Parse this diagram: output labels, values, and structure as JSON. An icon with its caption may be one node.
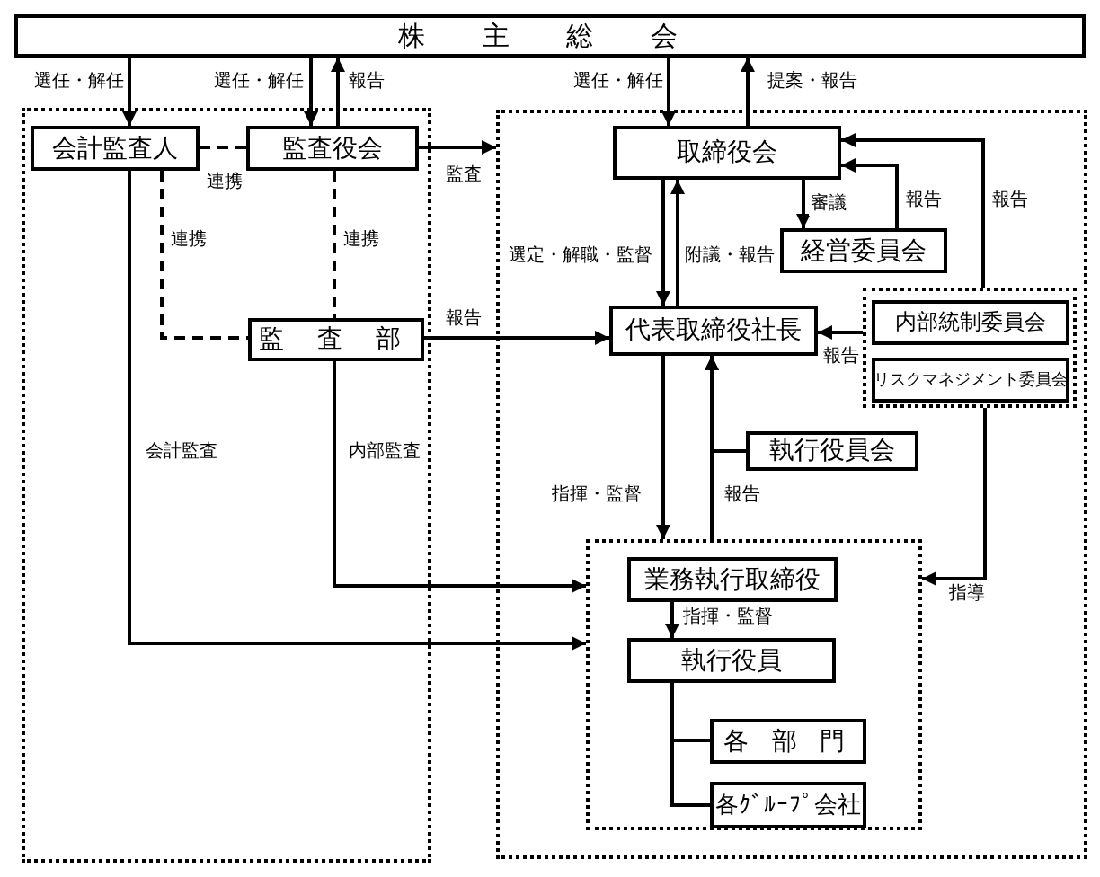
{
  "diagram": {
    "nodes": [
      {
        "text": [
          "株 主 総 会"
        ]
      },
      {
        "text": [],
        "shape": "box"
      },
      {
        "text": [
          "会計監査人"
        ],
        "in": 1
      },
      {
        "text": [
          "監査役会"
        ],
        "in": 1
      },
      {
        "text": [
          "監 査 部"
        ],
        "in": 1
      },
      {
        "text": [],
        "shape": "box"
      },
      {
        "text": [
          "取締役会"
        ],
        "in": 5
      },
      {
        "text": [
          "経営委員会"
        ],
        "in": 5
      },
      {
        "text": [
          "代表取締役社長"
        ],
        "in": 5
      },
      {
        "text": [],
        "shape": "box",
        "in": 5
      },
      {
        "text": [
          "内部統制委員会"
        ],
        "in": 9
      },
      {
        "text": [
          "リスクマネジメント委員会"
        ],
        "in": 9
      },
      {
        "text": [
          "執行役員会"
        ],
        "in": 5
      },
      {
        "text": [],
        "shape": "box",
        "in": 5
      },
      {
        "text": [
          "業務執行取締役"
        ],
        "in": 13
      },
      {
        "text": [
          "執行役員"
        ],
        "in": 13
      },
      {
        "text": [
          "各 部 門"
        ],
        "in": 13
      },
      {
        "text": [
          "各ｸﾞﾙｰﾌﾟ会社"
        ],
        "in": 13
      }
    ],
    "edges": [
      {
        "from": 0,
        "to": 2,
        "arrow": "to",
        "label": "選任・解任"
      },
      {
        "from": 0,
        "to": 3,
        "arrow": "to",
        "label": "選任・解任"
      },
      {
        "from": 3,
        "to": 0,
        "arrow": "to",
        "label": "報告"
      },
      {
        "from": 0,
        "to": 6,
        "arrow": "to",
        "label": "選任・解任"
      },
      {
        "from": 6,
        "to": 0,
        "arrow": "to",
        "label": "提案・報告"
      },
      {
        "from": 2,
        "to": 3,
        "arrow": "none",
        "label": "連携",
        "style": "dashed"
      },
      {
        "from": 2,
        "to": 4,
        "arrow": "none",
        "label": "連携",
        "style": "dashed"
      },
      {
        "from": 3,
        "to": 4,
        "arrow": "none",
        "label": "連携",
        "style": "dashed"
      },
      {
        "from": 3,
        "to": 5,
        "arrow": "to",
        "label": "監査"
      },
      {
        "from": 4,
        "to": 8,
        "arrow": "to",
        "label": "報告"
      },
      {
        "from": 2,
        "to": 13,
        "arrow": "to",
        "label": "会計監査"
      },
      {
        "from": 4,
        "to": 13,
        "arrow": "to",
        "label": "内部監査"
      },
      {
        "from": 6,
        "to": 8,
        "arrow": "to",
        "label": "選定・解職・監督"
      },
      {
        "from": 8,
        "to": 6,
        "arrow": "to",
        "label": "附議・報告"
      },
      {
        "from": 6,
        "to": 7,
        "arrow": "to",
        "label": "審議"
      },
      {
        "from": 7,
        "to": 6,
        "arrow": "to",
        "label": "報告"
      },
      {
        "from": 9,
        "to": 6,
        "arrow": "to",
        "label": "報告"
      },
      {
        "from": 9,
        "to": 8,
        "arrow": "to",
        "label": "報告"
      },
      {
        "from": 8,
        "to": 13,
        "arrow": "to",
        "label": "指揮・監督"
      },
      {
        "from": 12,
        "to": 8,
        "arrow": "to"
      },
      {
        "from": 13,
        "to": 8,
        "arrow": "to",
        "label": "報告"
      },
      {
        "from": 9,
        "to": 13,
        "arrow": "to",
        "label": "指導"
      },
      {
        "from": 14,
        "to": 15,
        "arrow": "to",
        "label": "指揮・監督"
      },
      {
        "from": 15,
        "to": 16,
        "arrow": "none"
      },
      {
        "from": 15,
        "to": 17,
        "arrow": "none"
      }
    ]
  }
}
